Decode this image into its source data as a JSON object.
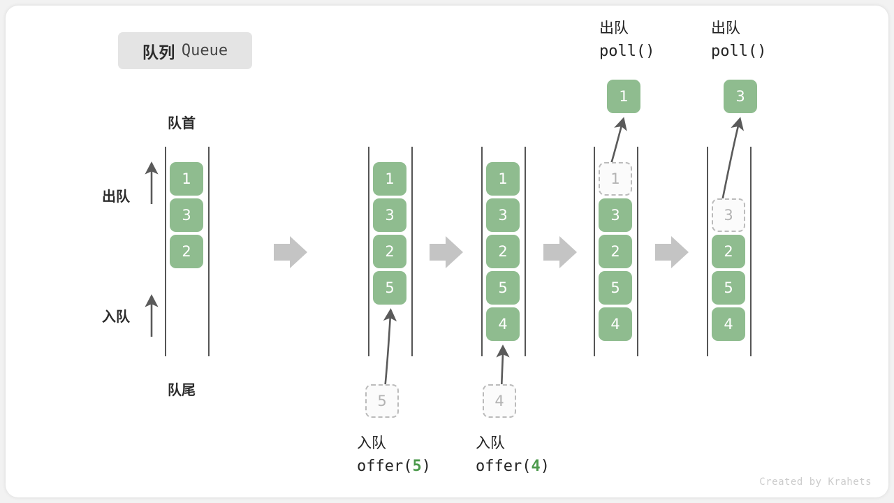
{
  "title": {
    "cn": "队列",
    "en": "Queue"
  },
  "labels": {
    "head": "队首",
    "tail": "队尾",
    "dequeue": "出队",
    "enqueue": "入队"
  },
  "watermark": "Created by Krahets",
  "colors": {
    "cell_fill": "#8fbc8f",
    "cell_text": "#ffffff",
    "ghost_border": "#bbbbbb",
    "ghost_text": "#b3b3b3",
    "rail": "#555555",
    "step_arrow": "#c4c4c4",
    "accent_green": "#4c9a4c",
    "badge_bg": "#e4e4e4",
    "card_bg": "#ffffff",
    "page_bg": "#f2f2f2"
  },
  "columns": [
    {
      "id": "col-initial",
      "cells": [
        {
          "value": "1",
          "state": "filled"
        },
        {
          "value": "3",
          "state": "filled"
        },
        {
          "value": "2",
          "state": "filled"
        }
      ]
    },
    {
      "id": "col-after-offer-5",
      "cells": [
        {
          "value": "1",
          "state": "filled"
        },
        {
          "value": "3",
          "state": "filled"
        },
        {
          "value": "2",
          "state": "filled"
        },
        {
          "value": "5",
          "state": "filled"
        }
      ],
      "incoming": {
        "value": "5",
        "state": "ghost"
      },
      "op": {
        "cn": "入队",
        "code_prefix": "offer(",
        "code_num": "5",
        "code_suffix": ")"
      }
    },
    {
      "id": "col-after-offer-4",
      "cells": [
        {
          "value": "1",
          "state": "filled"
        },
        {
          "value": "3",
          "state": "filled"
        },
        {
          "value": "2",
          "state": "filled"
        },
        {
          "value": "5",
          "state": "filled"
        },
        {
          "value": "4",
          "state": "filled"
        }
      ],
      "incoming": {
        "value": "4",
        "state": "ghost"
      },
      "op": {
        "cn": "入队",
        "code_prefix": "offer(",
        "code_num": "4",
        "code_suffix": ")"
      }
    },
    {
      "id": "col-after-poll-1",
      "cells": [
        {
          "value": "1",
          "state": "ghost"
        },
        {
          "value": "3",
          "state": "filled"
        },
        {
          "value": "2",
          "state": "filled"
        },
        {
          "value": "5",
          "state": "filled"
        },
        {
          "value": "4",
          "state": "filled"
        }
      ],
      "outgoing": {
        "value": "1",
        "state": "filled"
      },
      "op": {
        "cn": "出队",
        "code": "poll()"
      }
    },
    {
      "id": "col-after-poll-3",
      "cells": [
        {
          "value": "",
          "state": "empty"
        },
        {
          "value": "3",
          "state": "ghost"
        },
        {
          "value": "2",
          "state": "filled"
        },
        {
          "value": "5",
          "state": "filled"
        },
        {
          "value": "4",
          "state": "filled"
        }
      ],
      "outgoing": {
        "value": "3",
        "state": "filled"
      },
      "op": {
        "cn": "出队",
        "code": "poll()"
      }
    }
  ]
}
